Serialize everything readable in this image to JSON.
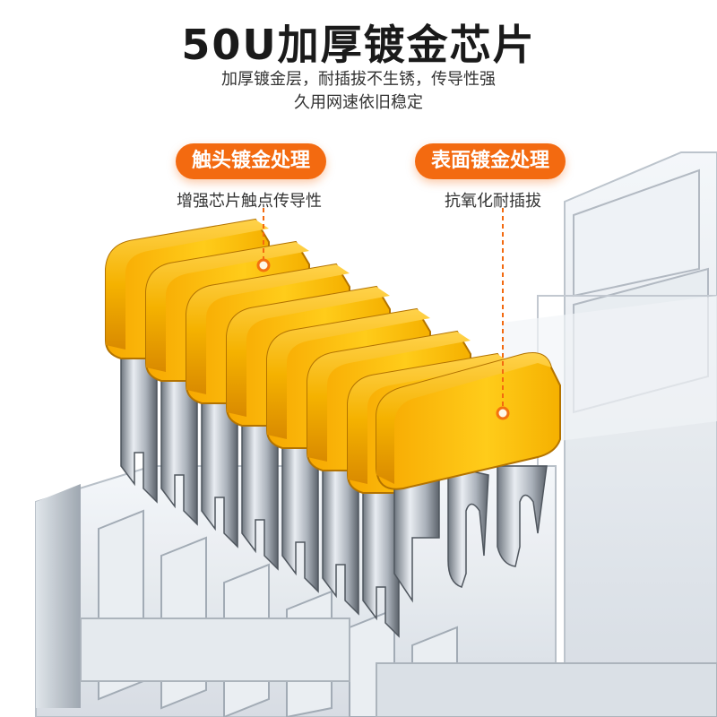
{
  "heading": "50U加厚镀金芯片",
  "description_lines": [
    "加厚镀金层，耐插拔不生锈，传导性强",
    "久用网速依旧稳定"
  ],
  "callouts": [
    {
      "label": "触头镀金处理",
      "caption": "增强芯片触点传导性"
    },
    {
      "label": "表面镀金处理",
      "caption": "抗氧化耐插拔"
    }
  ],
  "colors": {
    "accent": "#f36a10",
    "gold": "#f5b700",
    "silver": "#c9ced6"
  },
  "illustration": "gold-plated-rj45-contacts"
}
